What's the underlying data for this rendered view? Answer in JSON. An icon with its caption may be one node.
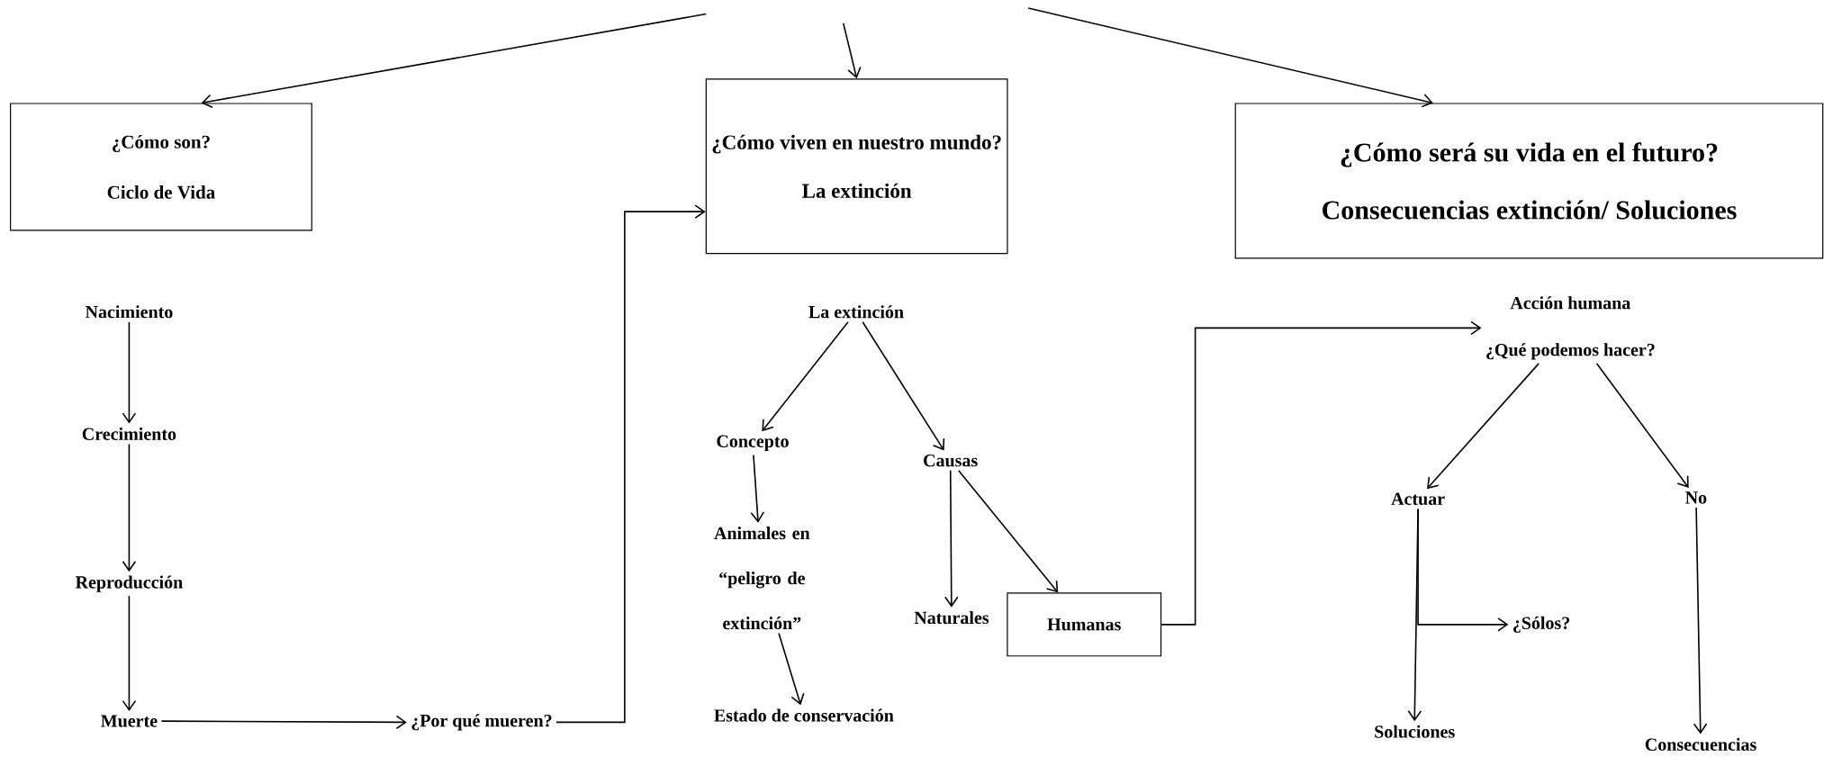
{
  "diagram": {
    "nodes": [
      {
        "text": [
          "¿Cómo son?",
          "Ciclo de Vida"
        ]
      },
      {
        "text": [
          "¿Cómo viven en nuestro mundo?",
          "La extinción"
        ]
      },
      {
        "text": [
          "¿Cómo será su vida en el futuro?",
          "Consecuencias extinción/ Soluciones"
        ]
      },
      {
        "text": [
          "Nacimiento"
        ]
      },
      {
        "text": [
          "Crecimiento"
        ]
      },
      {
        "text": [
          "Reproducción"
        ]
      },
      {
        "text": [
          "Muerte"
        ]
      },
      {
        "text": [
          "¿Por qué mueren?"
        ]
      },
      {
        "text": [
          "La extinción"
        ]
      },
      {
        "text": [
          "Concepto"
        ]
      },
      {
        "text": [
          "Causas"
        ]
      },
      {
        "text": [
          "Animales en “peligro de extinción”"
        ]
      },
      {
        "text": [
          "Estado de conservación"
        ]
      },
      {
        "text": [
          "Naturales"
        ]
      },
      {
        "text": [
          "Humanas"
        ]
      },
      {
        "text": [
          "Acción humana",
          "¿Qué podemos hacer?"
        ]
      },
      {
        "text": [
          "Actuar"
        ]
      },
      {
        "text": [
          "No"
        ]
      },
      {
        "text": [
          "¿Sólos?"
        ]
      },
      {
        "text": [
          "Soluciones"
        ]
      },
      {
        "text": [
          "Consecuencias"
        ]
      }
    ],
    "edges": [
      {
        "from": null,
        "to": 0,
        "arrow": "to"
      },
      {
        "from": null,
        "to": 1,
        "arrow": "to"
      },
      {
        "from": null,
        "to": 2,
        "arrow": "to"
      },
      {
        "from": 3,
        "to": 4,
        "arrow": "to"
      },
      {
        "from": 4,
        "to": 5,
        "arrow": "to"
      },
      {
        "from": 5,
        "to": 6,
        "arrow": "to"
      },
      {
        "from": 6,
        "to": 7,
        "arrow": "to"
      },
      {
        "from": 7,
        "to": 1,
        "arrow": "to"
      },
      {
        "from": 8,
        "to": 9,
        "arrow": "to"
      },
      {
        "from": 8,
        "to": 10,
        "arrow": "to"
      },
      {
        "from": 9,
        "to": 11,
        "arrow": "to"
      },
      {
        "from": 11,
        "to": 12,
        "arrow": "to"
      },
      {
        "from": 10,
        "to": 13,
        "arrow": "to"
      },
      {
        "from": 10,
        "to": 14,
        "arrow": "to"
      },
      {
        "from": 14,
        "to": 15,
        "arrow": "to"
      },
      {
        "from": 15,
        "to": 16,
        "arrow": "to"
      },
      {
        "from": 15,
        "to": 17,
        "arrow": "to"
      },
      {
        "from": 16,
        "to": 18,
        "arrow": "to"
      },
      {
        "from": 16,
        "to": 19,
        "arrow": "to"
      },
      {
        "from": 17,
        "to": 20,
        "arrow": "to"
      }
    ]
  }
}
